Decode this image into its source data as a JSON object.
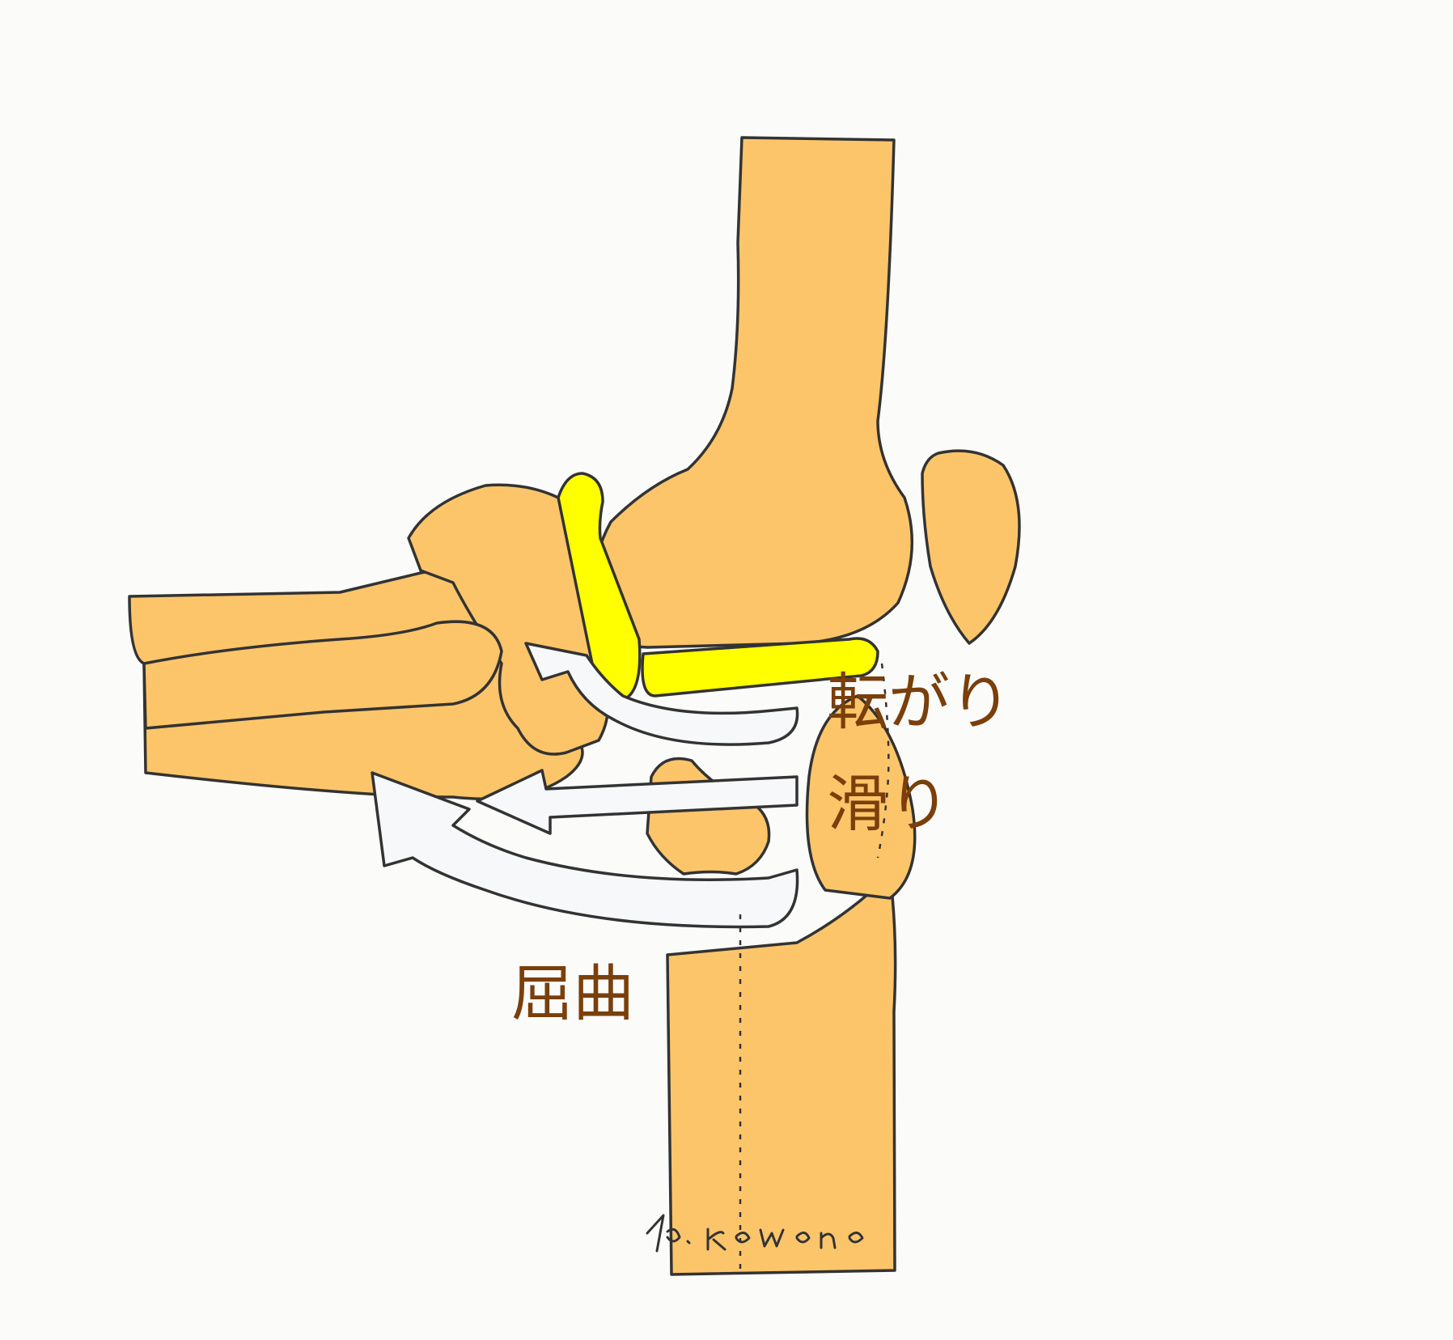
{
  "labels": {
    "rolling": "転がり",
    "sliding": "滑り",
    "flexion": "屈曲"
  },
  "signature_text": "Ta. Kawana",
  "colors": {
    "background": "#fbfbfa",
    "bone": "#fdc56a",
    "cartilage": "#ffff00",
    "outline": "#333333",
    "arrow_fill": "#f7f8f9",
    "label": "#7a3f0a"
  }
}
